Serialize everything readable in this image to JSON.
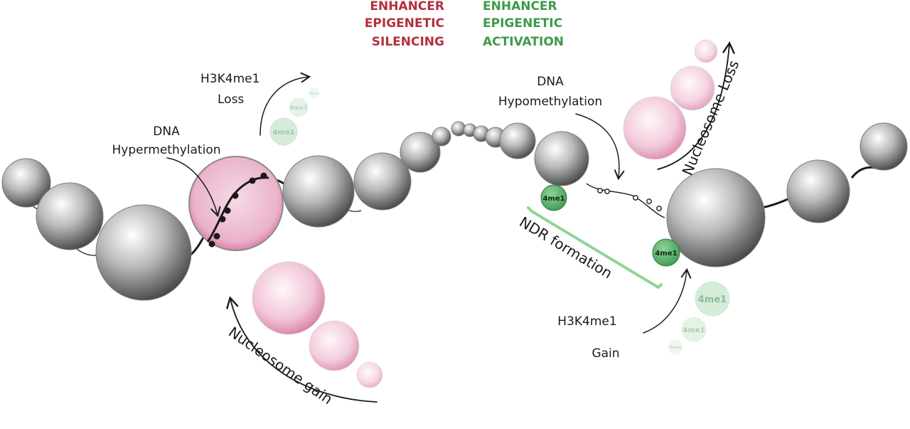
{
  "headers": {
    "silencing": [
      "ENHANCER",
      "EPIGENETIC",
      "SILENCING"
    ],
    "activation": [
      "ENHANCER",
      "EPIGENETIC",
      "ACTIVATION"
    ]
  },
  "labels": {
    "h3k4me1_loss": [
      "H3K4me1",
      "Loss"
    ],
    "dna_hyper": [
      "DNA",
      "Hypermethylation"
    ],
    "dna_hypo": [
      "DNA",
      "Hypomethylation"
    ],
    "nucleosome_loss": "Nucleosome Loss",
    "nucleosome_gain": "Nucleosome gain",
    "ndr_formation": "NDR formation",
    "h3k4me1_gain": [
      "H3K4me1",
      "Gain"
    ],
    "mark": "4me1"
  },
  "colors": {
    "silencing": "#b5303f",
    "activation": "#3e9a4a",
    "ndr_bracket": "#8fd49a",
    "pink": "#e79fbf",
    "mark_green": "#5fb06f",
    "ink": "#1a1a1a"
  }
}
